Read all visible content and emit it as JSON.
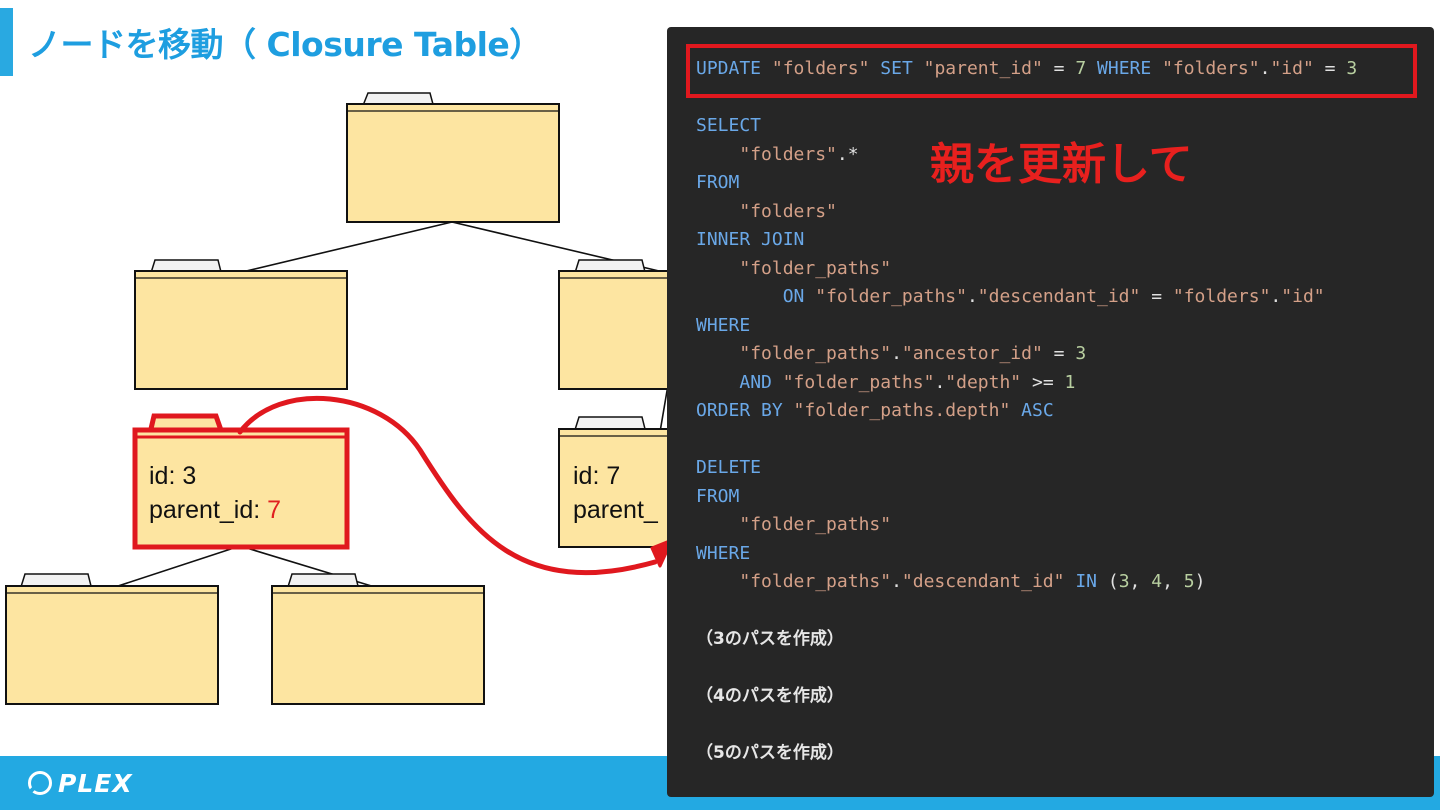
{
  "title": "ノードを移動（ Closure Table）",
  "footer": {
    "logo_text": "PLEX"
  },
  "nodes": {
    "node_3": {
      "id_label": "id: 3",
      "parent_prefix": "parent_id: ",
      "parent_value": "7"
    },
    "node_7": {
      "id_label": "id: 7",
      "parent_label": "parent_"
    }
  },
  "annotation": "親を更新して",
  "colors": {
    "accent_blue": "#29a9e1",
    "highlight_red": "#e0181e",
    "folder_fill": "#fde5a1",
    "code_bg": "#262626"
  },
  "code": {
    "update": [
      {
        "t": "UPDATE",
        "c": "kw"
      },
      {
        "t": " ",
        "c": "op"
      },
      {
        "t": "\"folders\"",
        "c": "str"
      },
      {
        "t": " ",
        "c": "op"
      },
      {
        "t": "SET",
        "c": "kw"
      },
      {
        "t": " ",
        "c": "op"
      },
      {
        "t": "\"parent_id\"",
        "c": "str"
      },
      {
        "t": " = ",
        "c": "op"
      },
      {
        "t": "7",
        "c": "num"
      },
      {
        "t": " ",
        "c": "op"
      },
      {
        "t": "WHERE",
        "c": "kw"
      },
      {
        "t": " ",
        "c": "op"
      },
      {
        "t": "\"folders\"",
        "c": "str"
      },
      {
        "t": ".",
        "c": "op"
      },
      {
        "t": "\"id\"",
        "c": "str"
      },
      {
        "t": " = ",
        "c": "op"
      },
      {
        "t": "3",
        "c": "num"
      }
    ],
    "lines": [
      [
        {
          "t": "SELECT",
          "c": "kw"
        }
      ],
      [
        {
          "t": "    ",
          "c": "op"
        },
        {
          "t": "\"folders\"",
          "c": "str"
        },
        {
          "t": ".*",
          "c": "op"
        }
      ],
      [
        {
          "t": "FROM",
          "c": "kw"
        }
      ],
      [
        {
          "t": "    ",
          "c": "op"
        },
        {
          "t": "\"folders\"",
          "c": "str"
        }
      ],
      [
        {
          "t": "INNER JOIN",
          "c": "kw"
        }
      ],
      [
        {
          "t": "    ",
          "c": "op"
        },
        {
          "t": "\"folder_paths\"",
          "c": "str"
        }
      ],
      [
        {
          "t": "        ",
          "c": "op"
        },
        {
          "t": "ON",
          "c": "kw"
        },
        {
          "t": " ",
          "c": "op"
        },
        {
          "t": "\"folder_paths\"",
          "c": "str"
        },
        {
          "t": ".",
          "c": "op"
        },
        {
          "t": "\"descendant_id\"",
          "c": "str"
        },
        {
          "t": " = ",
          "c": "op"
        },
        {
          "t": "\"folders\"",
          "c": "str"
        },
        {
          "t": ".",
          "c": "op"
        },
        {
          "t": "\"id\"",
          "c": "str"
        }
      ],
      [
        {
          "t": "WHERE",
          "c": "kw"
        }
      ],
      [
        {
          "t": "    ",
          "c": "op"
        },
        {
          "t": "\"folder_paths\"",
          "c": "str"
        },
        {
          "t": ".",
          "c": "op"
        },
        {
          "t": "\"ancestor_id\"",
          "c": "str"
        },
        {
          "t": " = ",
          "c": "op"
        },
        {
          "t": "3",
          "c": "num"
        }
      ],
      [
        {
          "t": "    ",
          "c": "op"
        },
        {
          "t": "AND",
          "c": "kw"
        },
        {
          "t": " ",
          "c": "op"
        },
        {
          "t": "\"folder_paths\"",
          "c": "str"
        },
        {
          "t": ".",
          "c": "op"
        },
        {
          "t": "\"depth\"",
          "c": "str"
        },
        {
          "t": " >= ",
          "c": "op"
        },
        {
          "t": "1",
          "c": "num"
        }
      ],
      [
        {
          "t": "ORDER BY",
          "c": "kw"
        },
        {
          "t": " ",
          "c": "op"
        },
        {
          "t": "\"folder_paths.depth\"",
          "c": "str"
        },
        {
          "t": " ",
          "c": "op"
        },
        {
          "t": "ASC",
          "c": "kw"
        }
      ],
      [],
      [
        {
          "t": "DELETE",
          "c": "kw"
        }
      ],
      [
        {
          "t": "FROM",
          "c": "kw"
        }
      ],
      [
        {
          "t": "    ",
          "c": "op"
        },
        {
          "t": "\"folder_paths\"",
          "c": "str"
        }
      ],
      [
        {
          "t": "WHERE",
          "c": "kw"
        }
      ],
      [
        {
          "t": "    ",
          "c": "op"
        },
        {
          "t": "\"folder_paths\"",
          "c": "str"
        },
        {
          "t": ".",
          "c": "op"
        },
        {
          "t": "\"descendant_id\"",
          "c": "str"
        },
        {
          "t": " ",
          "c": "op"
        },
        {
          "t": "IN",
          "c": "kw"
        },
        {
          "t": " (",
          "c": "op"
        },
        {
          "t": "3",
          "c": "num"
        },
        {
          "t": ", ",
          "c": "op"
        },
        {
          "t": "4",
          "c": "num"
        },
        {
          "t": ", ",
          "c": "op"
        },
        {
          "t": "5",
          "c": "num"
        },
        {
          "t": ")",
          "c": "op"
        }
      ],
      [],
      [
        {
          "t": "（3のパスを作成）",
          "c": "note"
        }
      ],
      [],
      [
        {
          "t": "（4のパスを作成）",
          "c": "note"
        }
      ],
      [],
      [
        {
          "t": "（5のパスを作成）",
          "c": "note"
        }
      ]
    ]
  }
}
